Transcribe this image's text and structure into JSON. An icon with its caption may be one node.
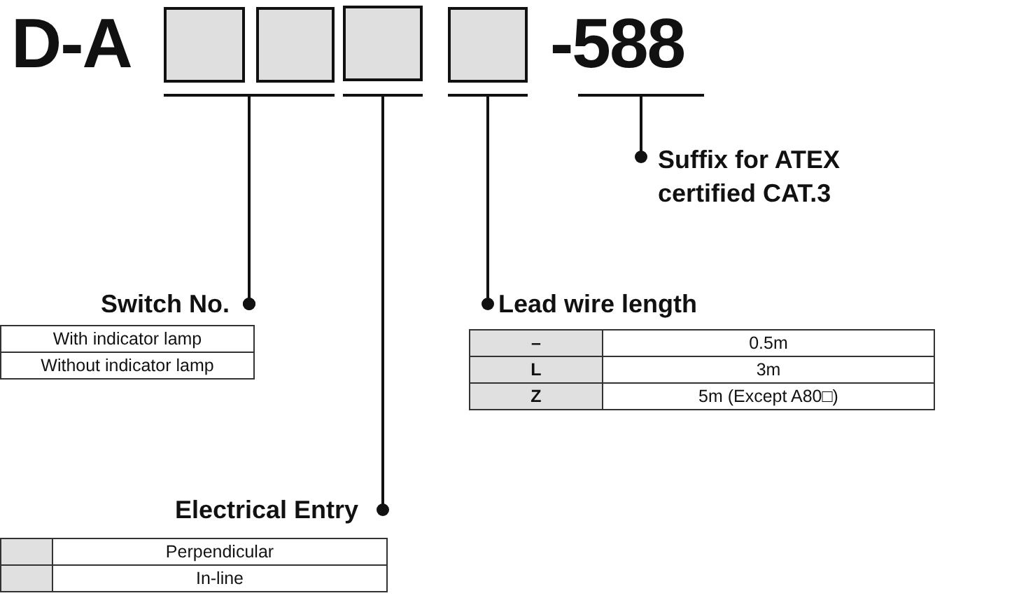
{
  "diagram": {
    "nodes": [
      {
        "text": [],
        "shape": "box"
      },
      {
        "text": [],
        "shape": "box"
      },
      {
        "text": [],
        "shape": "box"
      },
      {
        "text": [],
        "shape": "box"
      },
      {
        "text": [
          "-588"
        ]
      },
      {
        "text": [
          "Switch No."
        ]
      },
      {
        "text": [
          "Electrical Entry"
        ]
      },
      {
        "text": [
          "Lead wire length"
        ]
      },
      {
        "text": [
          "Suffix for ATEX certified CAT.3"
        ]
      }
    ],
    "edges": [
      {
        "from": 0,
        "to": 5,
        "arrow": "other"
      },
      {
        "from": 1,
        "to": 5,
        "arrow": "other"
      },
      {
        "from": 2,
        "to": 6,
        "arrow": "other"
      },
      {
        "from": 3,
        "to": 7,
        "arrow": "other"
      },
      {
        "from": 4,
        "to": 8,
        "arrow": "other"
      }
    ],
    "labels": [
      "D-A",
      "With indicator lamp",
      "Without indicator lamp",
      "–",
      "0.5m",
      "L",
      "3m",
      "Z",
      "5m (Except A80□)",
      "Perpendicular",
      "In-line"
    ]
  }
}
